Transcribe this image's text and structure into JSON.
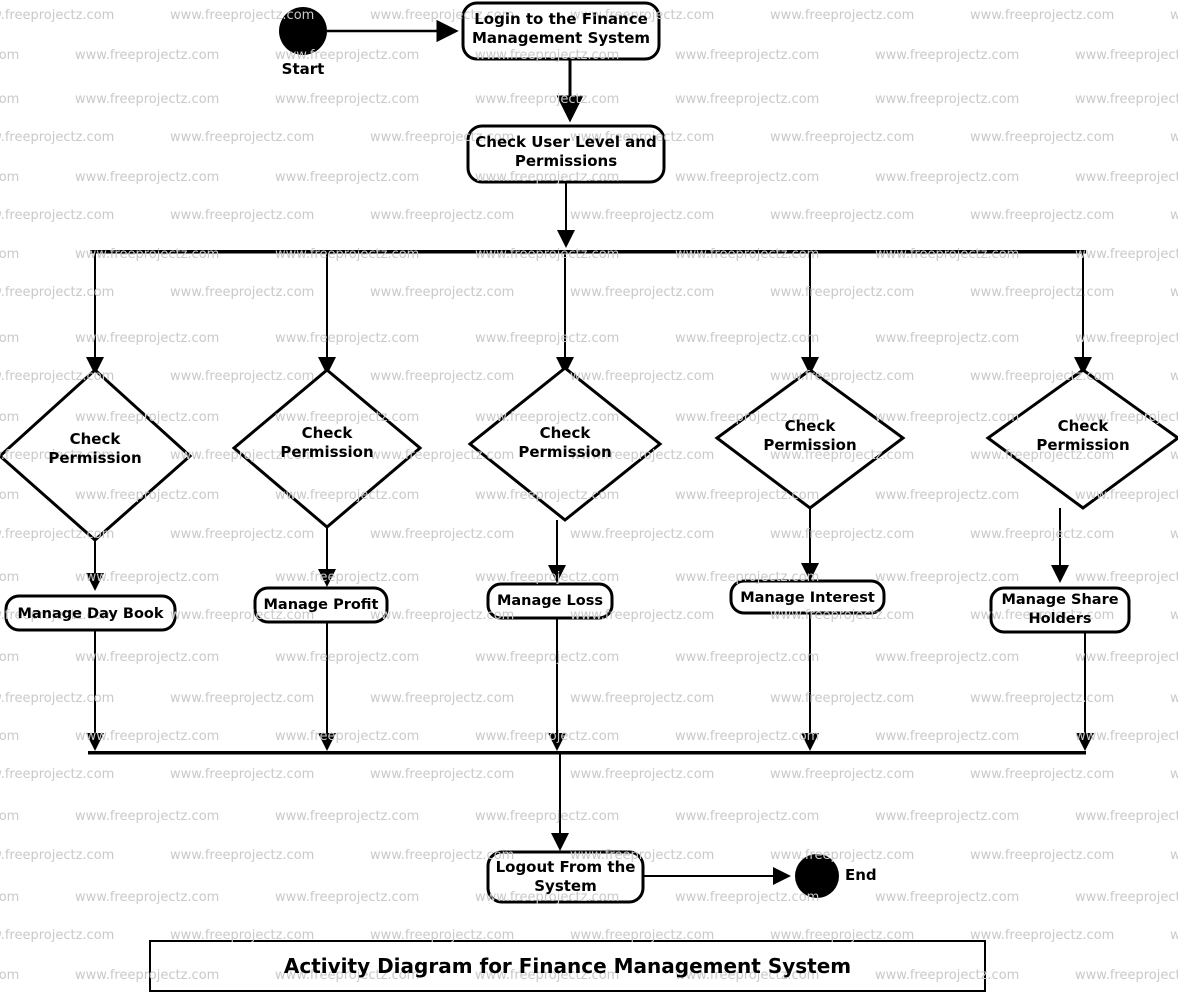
{
  "diagram": {
    "title": "Activity Diagram for Finance Management System",
    "watermark": "www.freeprojectz.com",
    "colors": {
      "stroke": "#000000",
      "fill": "#ffffff",
      "watermark": "#c9c9c9",
      "text": "#000000"
    },
    "start_label": "Start",
    "end_label": "End",
    "nodes": {
      "login": "Login to the Finance\nManagement System",
      "check_user": "Check User Level and\nPermissions",
      "logout": "Logout From the\nSystem"
    },
    "decisions": [
      {
        "label": "Check\nPermission"
      },
      {
        "label": "Check\nPermission"
      },
      {
        "label": "Check\nPermission"
      },
      {
        "label": "Check\nPermission"
      },
      {
        "label": "Check\nPermission"
      }
    ],
    "activities": [
      {
        "label": "Manage Day Book"
      },
      {
        "label": "Manage Profit"
      },
      {
        "label": "Manage Loss"
      },
      {
        "label": "Manage Interest"
      },
      {
        "label": "Manage Share\nHolders"
      }
    ]
  }
}
